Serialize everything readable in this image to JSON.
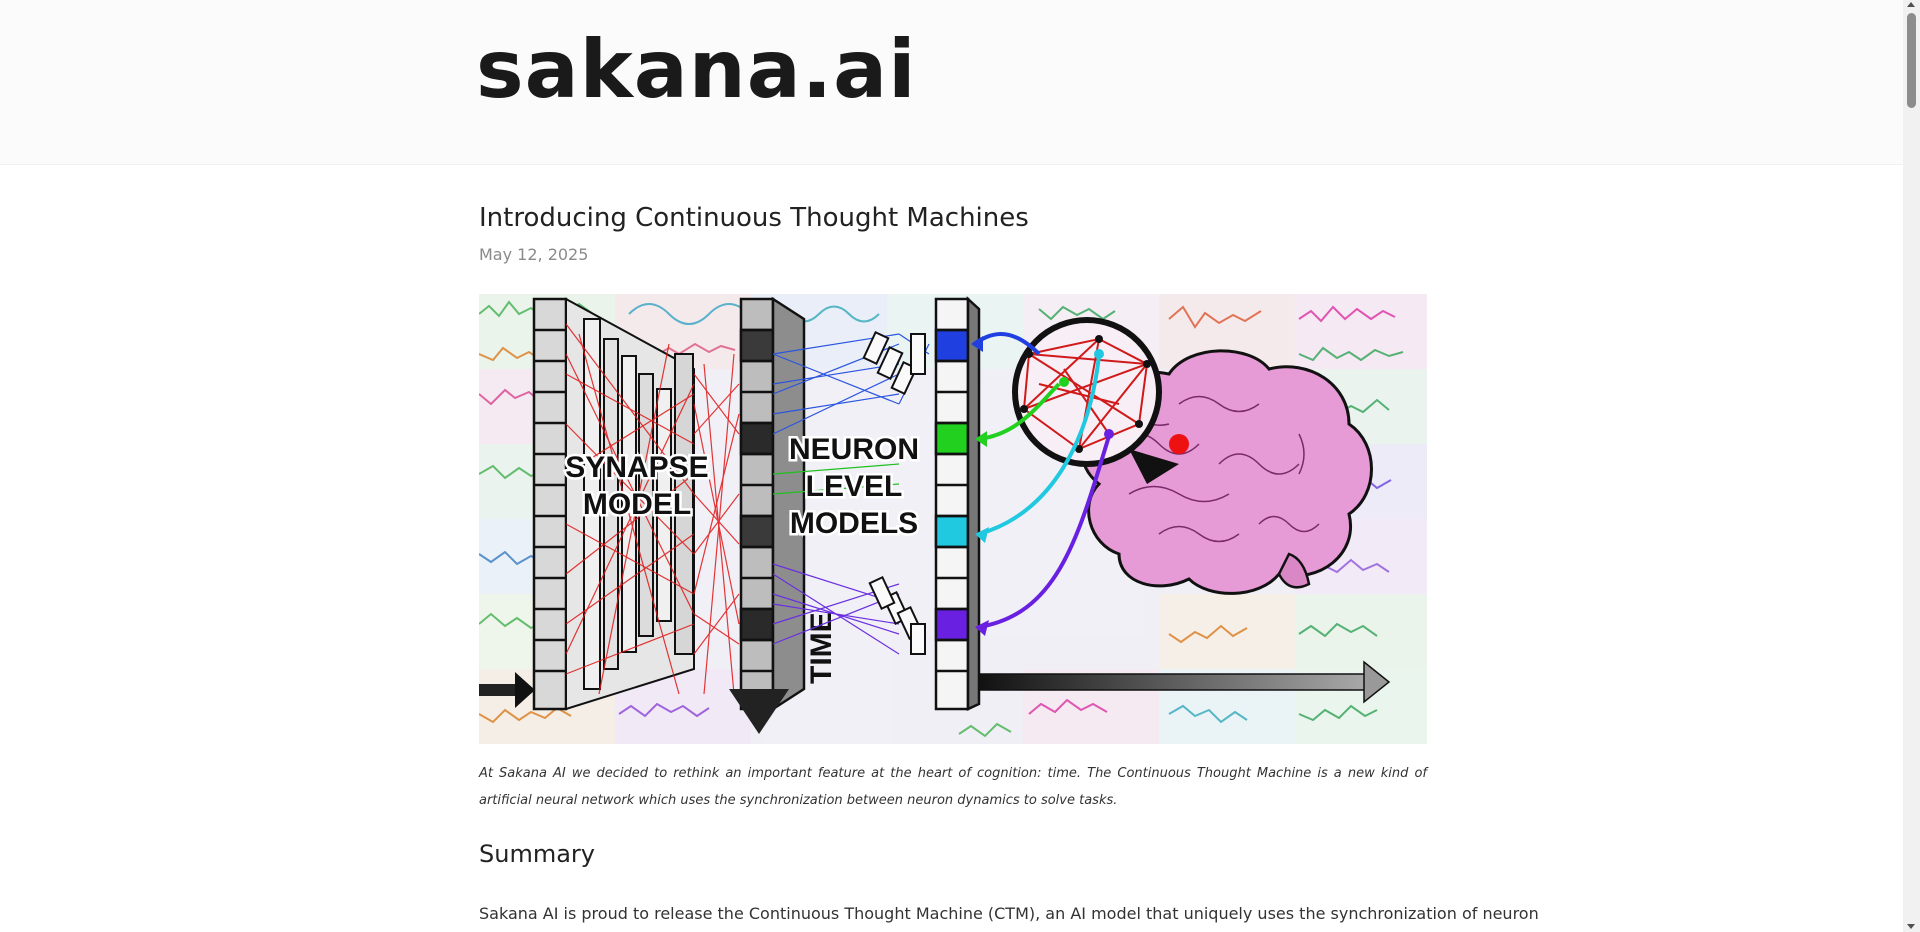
{
  "header": {
    "logo_text": "sakana.ai"
  },
  "post": {
    "title": "Introducing Continuous Thought Machines",
    "date": "May 12, 2025",
    "hero": {
      "label_synapse": "SYNAPSE MODEL",
      "label_synapse_line1": "SYNAPSE",
      "label_synapse_line2": "MODEL",
      "label_neuron_line1": "NEURON",
      "label_neuron_line2": "LEVEL",
      "label_neuron_line3": "MODELS",
      "label_time": "TIME"
    },
    "caption": "At Sakana AI we decided to rethink an important feature at the heart of cognition: time. The Continuous Thought Machine is a new kind of artificial neural network which uses the synchronization between neuron dynamics to solve tasks.",
    "summary_heading": "Summary",
    "summary_text": "Sakana AI is proud to release the Continuous Thought Machine (CTM), an AI model that uniquely uses the synchronization of neuron"
  },
  "colors": {
    "background": "#ffffff",
    "header_bg": "#fbfbfb",
    "logo": "#1a1a1a",
    "date": "#8a8a8a",
    "synapse_red": "#e01515",
    "blue": "#1f3fe0",
    "green": "#22d020",
    "cyan": "#20c8e0",
    "purple": "#6a20e0",
    "brain_pink": "#e78fd6"
  }
}
